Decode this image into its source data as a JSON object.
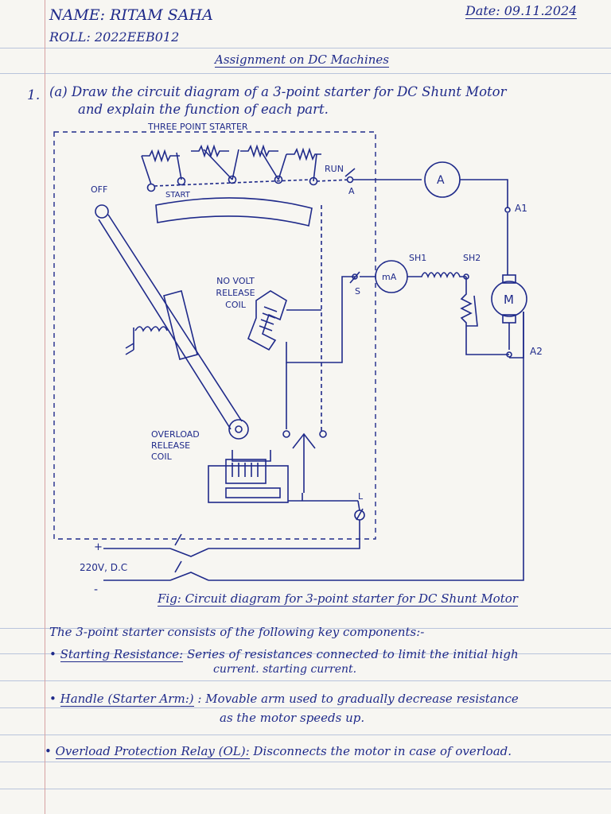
{
  "header": {
    "name": "NAME: RITAM SAHA",
    "roll": "ROLL: 2022EEB012",
    "date": "Date: 09.11.2024",
    "subject": "Assignment on DC Machines"
  },
  "question": {
    "number": "1.",
    "line1": "(a) Draw the circuit diagram of a 3-point starter for DC Shunt Motor",
    "line2": "and explain the function of each part."
  },
  "diagram": {
    "box_title": "THREE POINT STARTER",
    "labels": {
      "off": "OFF",
      "start": "START",
      "run": "RUN",
      "a_contact": "A",
      "ammeter": "A",
      "a1": "A1",
      "ma": "mA",
      "sh1": "SH1",
      "sh2": "SH2",
      "s": "S",
      "motor": "M",
      "a2": "A2",
      "nvr": "NO VOLT RELEASE COIL",
      "olr": "OVERLOAD RELEASE COIL",
      "l": "L",
      "plus": "+",
      "minus": "-",
      "supply": "220V, D.C"
    },
    "caption": "Fig: Circuit diagram for 3-point starter for DC Shunt Motor"
  },
  "body": {
    "intro": "The 3-point starter consists of the following key components:-",
    "items": [
      {
        "term": "Starting Resistance:",
        "desc": "Series of resistances connected to limit the initial high",
        "desc2": "current. starting current.",
        "struck": "current."
      },
      {
        "term": "Handle (Starter Arm:)",
        "desc": ": Movable arm used to gradually decrease resistance",
        "desc2": "as the motor speeds up."
      },
      {
        "term": "Overload Protection Relay (OL):",
        "desc": "Disconnects the motor in case of overload."
      }
    ]
  },
  "colors": {
    "ink": "#1f2a8a",
    "paper": "#f7f6f2",
    "rule": "#b9c4dc",
    "margin": "#d7a2a2"
  }
}
